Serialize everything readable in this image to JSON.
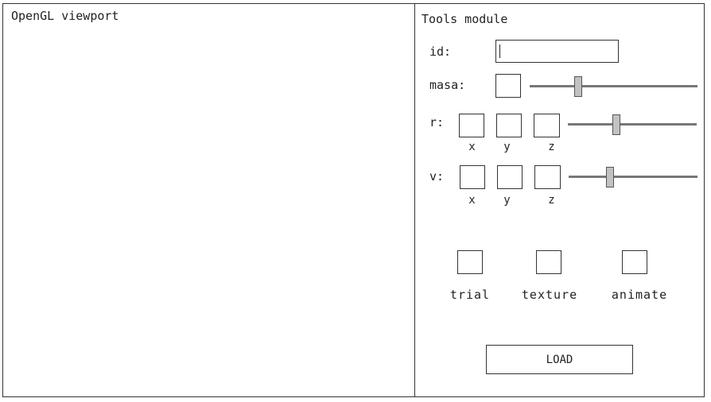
{
  "viewport": {
    "label": "OpenGL viewport"
  },
  "tools": {
    "title": "Tools module",
    "id_label": "id:",
    "id_value": "",
    "masa_label": "masa:",
    "masa_slider_value": 0.28,
    "r_label": "r:",
    "r_slider_value": 0.37,
    "v_label": "v:",
    "v_slider_value": 0.31,
    "axis_x": "x",
    "axis_y": "y",
    "axis_z": "z",
    "checkboxes": [
      {
        "label": "trial"
      },
      {
        "label": "texture"
      },
      {
        "label": "animate"
      }
    ],
    "load_label": "LOAD"
  }
}
